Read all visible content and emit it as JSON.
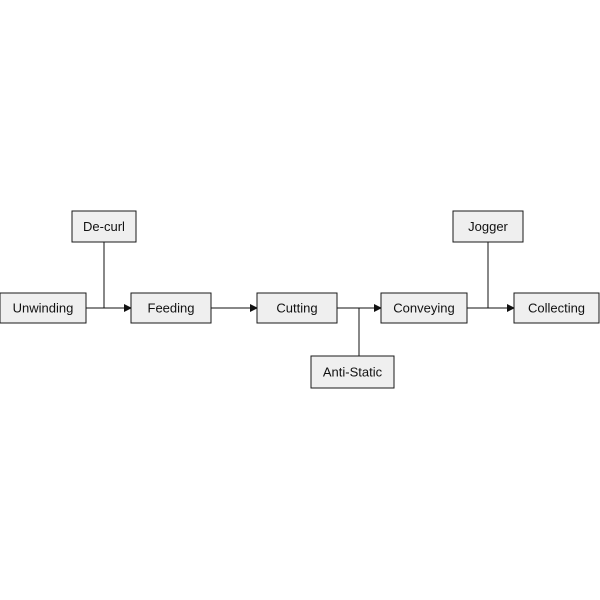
{
  "diagram": {
    "nodes": {
      "unwinding": "Unwinding",
      "decurl": "De-curl",
      "feeding": "Feeding",
      "cutting": "Cutting",
      "antistatic": "Anti-Static",
      "conveying": "Conveying",
      "jogger": "Jogger",
      "collecting": "Collecting"
    }
  },
  "colors": {
    "node_fill": "#efefef",
    "node_stroke": "#1a1a1a",
    "line": "#111111"
  }
}
